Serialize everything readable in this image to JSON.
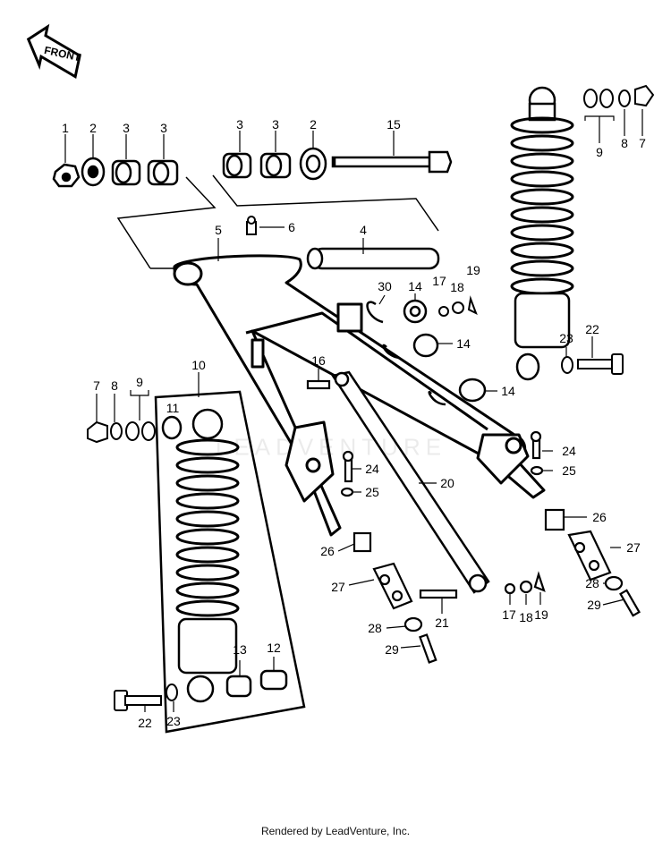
{
  "diagram": {
    "front_label": "FRONT",
    "watermark_text": "LEADVENTURE",
    "footer": "Rendered by LeadVenture, Inc.",
    "callouts": [
      {
        "id": "c1",
        "label": "1"
      },
      {
        "id": "c2a",
        "label": "2"
      },
      {
        "id": "c3a",
        "label": "3"
      },
      {
        "id": "c3b",
        "label": "3"
      },
      {
        "id": "c3c",
        "label": "3"
      },
      {
        "id": "c3d",
        "label": "3"
      },
      {
        "id": "c2b",
        "label": "2"
      },
      {
        "id": "c15",
        "label": "15"
      },
      {
        "id": "c9a",
        "label": "9"
      },
      {
        "id": "c8a",
        "label": "8"
      },
      {
        "id": "c7a",
        "label": "7"
      },
      {
        "id": "c5",
        "label": "5"
      },
      {
        "id": "c6",
        "label": "6"
      },
      {
        "id": "c4",
        "label": "4"
      },
      {
        "id": "c30",
        "label": "30"
      },
      {
        "id": "c14a",
        "label": "14"
      },
      {
        "id": "c17a",
        "label": "17"
      },
      {
        "id": "c18a",
        "label": "18"
      },
      {
        "id": "c19a",
        "label": "19"
      },
      {
        "id": "c14b",
        "label": "14"
      },
      {
        "id": "c23a",
        "label": "23"
      },
      {
        "id": "c22a",
        "label": "22"
      },
      {
        "id": "c16",
        "label": "16"
      },
      {
        "id": "c14c",
        "label": "14"
      },
      {
        "id": "c10",
        "label": "10"
      },
      {
        "id": "c7b",
        "label": "7"
      },
      {
        "id": "c8b",
        "label": "8"
      },
      {
        "id": "c9b",
        "label": "9"
      },
      {
        "id": "c11",
        "label": "11"
      },
      {
        "id": "c24a",
        "label": "24"
      },
      {
        "id": "c25a",
        "label": "25"
      },
      {
        "id": "c24b",
        "label": "24"
      },
      {
        "id": "c25b",
        "label": "25"
      },
      {
        "id": "c20",
        "label": "20"
      },
      {
        "id": "c26a",
        "label": "26"
      },
      {
        "id": "c26b",
        "label": "26"
      },
      {
        "id": "c27a",
        "label": "27"
      },
      {
        "id": "c27b",
        "label": "27"
      },
      {
        "id": "c28a",
        "label": "28"
      },
      {
        "id": "c29a",
        "label": "29"
      },
      {
        "id": "c28b",
        "label": "28"
      },
      {
        "id": "c29b",
        "label": "29"
      },
      {
        "id": "c21",
        "label": "21"
      },
      {
        "id": "c17b",
        "label": "17"
      },
      {
        "id": "c18b",
        "label": "18"
      },
      {
        "id": "c19b",
        "label": "19"
      },
      {
        "id": "c13",
        "label": "13"
      },
      {
        "id": "c12",
        "label": "12"
      },
      {
        "id": "c22b",
        "label": "22"
      },
      {
        "id": "c23b",
        "label": "23"
      }
    ]
  }
}
